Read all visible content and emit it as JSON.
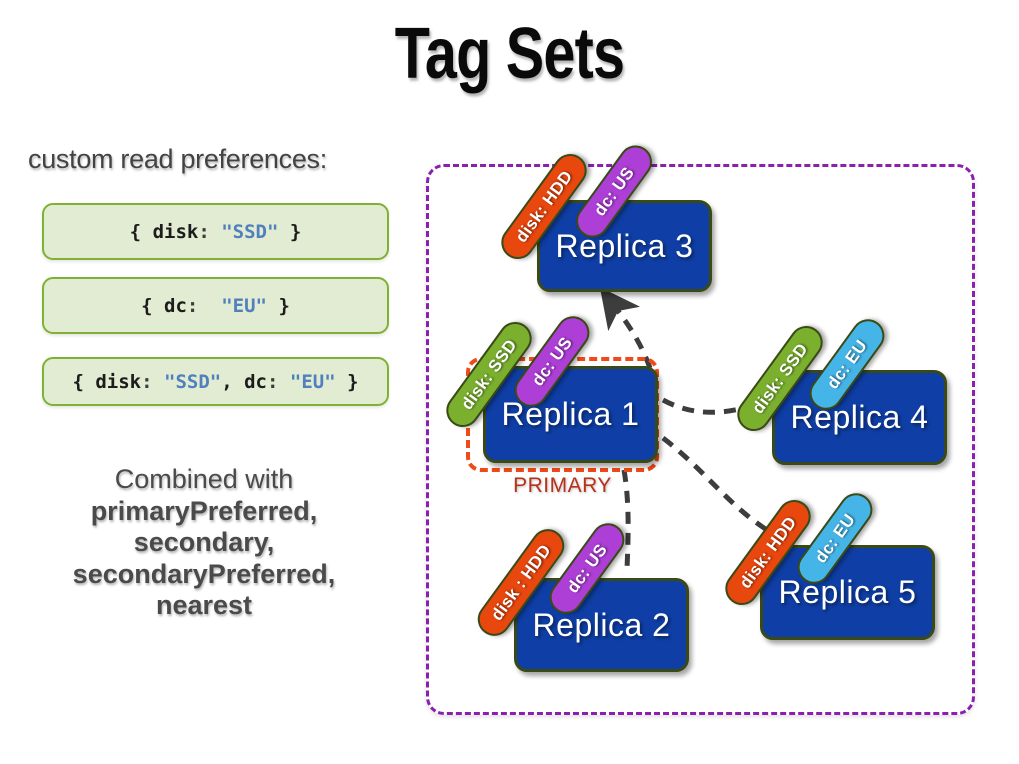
{
  "slide": {
    "title": "Tag Sets",
    "left_panel": {
      "heading": "custom read preferences:",
      "code_examples": [
        {
          "id": "disk-ssd",
          "text": "{ disk: \"SSD\" }",
          "tokens": [
            {
              "t": "{ ",
              "c": "br"
            },
            {
              "t": "disk",
              "c": "k"
            },
            {
              "t": ":",
              "c": "colon"
            },
            {
              "t": " ",
              "c": "br"
            },
            {
              "t": "\"SSD\"",
              "c": "s"
            },
            {
              "t": " }",
              "c": "br"
            }
          ]
        },
        {
          "id": "dc-eu",
          "text": "{ dc: \"EU\" }",
          "tokens": [
            {
              "t": "{ ",
              "c": "br"
            },
            {
              "t": "dc",
              "c": "k"
            },
            {
              "t": ":",
              "c": "colon"
            },
            {
              "t": "  ",
              "c": "br"
            },
            {
              "t": "\"EU\"",
              "c": "s"
            },
            {
              "t": " }",
              "c": "br"
            }
          ]
        },
        {
          "id": "disk-ssd-dc-eu",
          "text": "{ disk: \"SSD\", dc: \"EU\" }",
          "tokens": [
            {
              "t": "{ ",
              "c": "br"
            },
            {
              "t": "disk",
              "c": "k"
            },
            {
              "t": ":",
              "c": "colon"
            },
            {
              "t": " ",
              "c": "br"
            },
            {
              "t": "\"SSD\"",
              "c": "s"
            },
            {
              "t": ", ",
              "c": "cm"
            },
            {
              "t": "dc",
              "c": "k"
            },
            {
              "t": ":",
              "c": "colon"
            },
            {
              "t": " ",
              "c": "br"
            },
            {
              "t": "\"EU\"",
              "c": "s"
            },
            {
              "t": " }",
              "c": "br"
            }
          ]
        }
      ],
      "combined_intro": "Combined with",
      "read_modes": [
        "primaryPreferred",
        "secondary",
        "secondaryPreferred",
        "nearest"
      ],
      "combined_lines": [
        {
          "text": "Combined with",
          "bold": false
        },
        {
          "text": "primaryPreferred,",
          "bold": true
        },
        {
          "text": "secondary,",
          "bold": true
        },
        {
          "text": "secondaryPreferred,",
          "bold": true
        },
        {
          "text": "nearest",
          "bold": true
        }
      ]
    },
    "diagram": {
      "primary_badge": "PRIMARY",
      "replicas": [
        {
          "id": "replica-1",
          "label": "Replica  1",
          "is_primary": true,
          "tags": [
            {
              "text": "disk: SSD",
              "color": "green",
              "value": "SSD",
              "key": "disk"
            },
            {
              "text": "dc: US",
              "color": "purple",
              "value": "US",
              "key": "dc"
            }
          ]
        },
        {
          "id": "replica-2",
          "label": "Replica 2",
          "is_primary": false,
          "tags": [
            {
              "text": "disk : HDD",
              "color": "orange",
              "value": "HDD",
              "key": "disk"
            },
            {
              "text": "dc: US",
              "color": "purple",
              "value": "US",
              "key": "dc"
            }
          ]
        },
        {
          "id": "replica-3",
          "label": "Replica 3",
          "is_primary": false,
          "tags": [
            {
              "text": "disk: HDD",
              "color": "orange",
              "value": "HDD",
              "key": "disk"
            },
            {
              "text": "dc: US",
              "color": "purple",
              "value": "US",
              "key": "dc"
            }
          ]
        },
        {
          "id": "replica-4",
          "label": "Replica 4",
          "is_primary": false,
          "tags": [
            {
              "text": "disk: SSD",
              "color": "green",
              "value": "SSD",
              "key": "disk"
            },
            {
              "text": "dc: EU",
              "color": "blue",
              "value": "EU",
              "key": "dc"
            }
          ]
        },
        {
          "id": "replica-5",
          "label": "Replica 5",
          "is_primary": false,
          "tags": [
            {
              "text": "disk: HDD",
              "color": "orange",
              "value": "HDD",
              "key": "disk"
            },
            {
              "text": "dc: EU",
              "color": "blue",
              "value": "EU",
              "key": "dc"
            }
          ]
        }
      ],
      "connections": [
        {
          "from": "replica-1",
          "to": "replica-3",
          "arrowhead": true
        },
        {
          "from": "replica-1",
          "to": "replica-4",
          "arrowhead": false
        },
        {
          "from": "replica-1",
          "to": "replica-5",
          "arrowhead": false
        },
        {
          "from": "replica-1",
          "to": "replica-2",
          "arrowhead": false
        }
      ]
    },
    "colors": {
      "replica_box": "#0f3fa6",
      "replica_border": "#3a4a16",
      "tag_orange": "#e8470e",
      "tag_purple": "#ad3ed6",
      "tag_green": "#7ab02e",
      "tag_blue": "#45b5e8",
      "primary_ring": "#f04a18",
      "primary_text": "#b8311a",
      "cluster_border": "#8a1fb0",
      "code_bg": "#e2ecd2",
      "code_border": "#7fb233",
      "code_string": "#5080bd",
      "body_text": "#4a4a4a",
      "title_text": "#0a0a0a",
      "connection": "#3d3d3d"
    }
  }
}
